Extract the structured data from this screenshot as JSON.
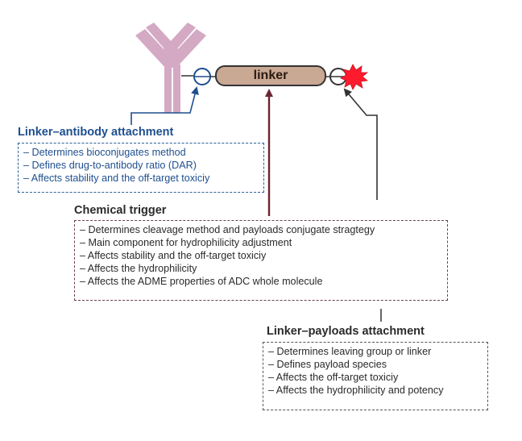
{
  "linker": {
    "label": "linker"
  },
  "linker_antibody": {
    "title": "Linker–antibody attachment",
    "items": [
      "– Determines bioconjugates method",
      "– Defines drug-to-antibody ratio (DAR)",
      "– Affects stability and the off-target toxiciy"
    ]
  },
  "chemical_trigger": {
    "title": "Chemical trigger",
    "items": [
      "– Determines cleavage method and payloads conjugate stragtegy",
      "– Main component for hydrophilicity adjustment",
      "– Affects stability and the off-target toxiciy",
      "– Affects the hydrophilicity",
      "– Affects the ADME properties of ADC whole molecule"
    ]
  },
  "linker_payloads": {
    "title": "Linker–payloads attachment",
    "items": [
      "– Determines leaving group or linker",
      "– Defines payload species",
      "– Affects the off-target toxiciy",
      "– Affects the hydrophilicity and potency"
    ]
  },
  "colors": {
    "antibody": "#d4a9c4",
    "linker_fill": "#c9a894",
    "payload": "#ff1a2e",
    "blue": "#1f4f8f",
    "maroon": "#6b2433"
  }
}
